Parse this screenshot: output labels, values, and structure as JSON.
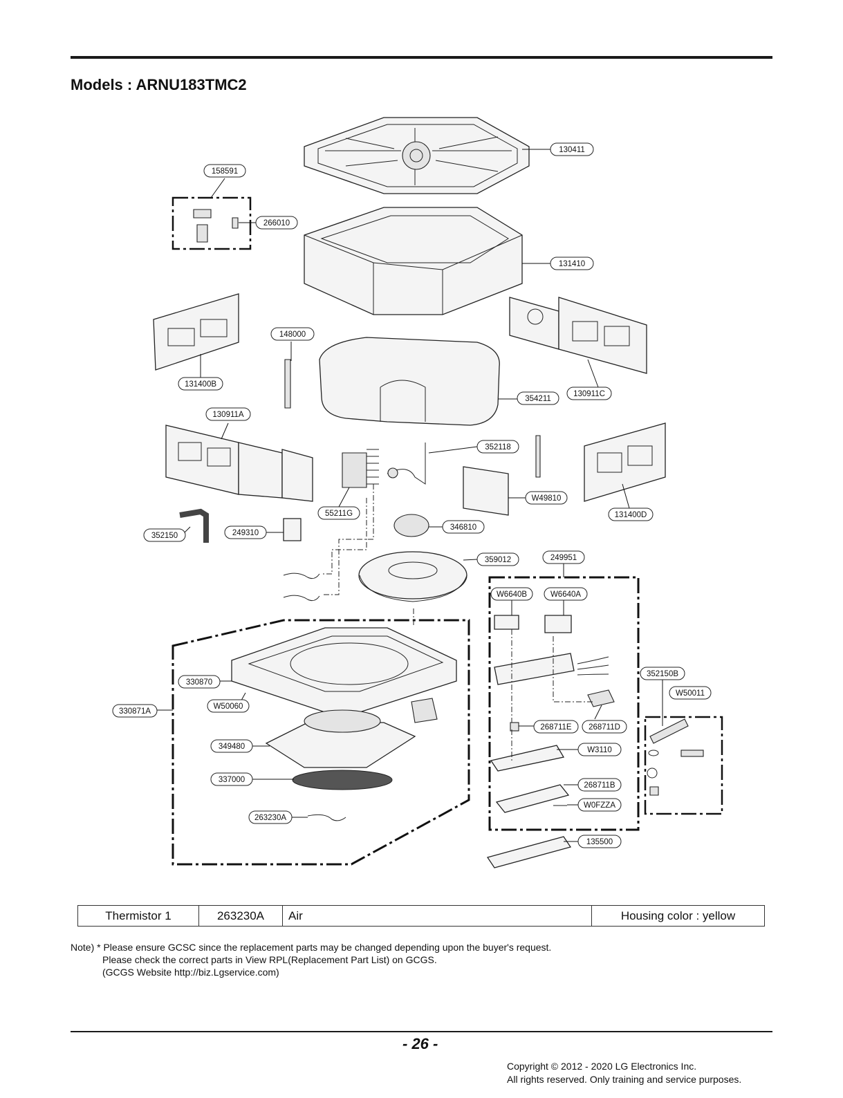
{
  "header": {
    "title": "Models : ARNU183TMC2"
  },
  "callouts": [
    "130411",
    "158591",
    "266010",
    "131410",
    "148000",
    "131400B",
    "354211",
    "130911C",
    "130911A",
    "352118",
    "W49810",
    "131400D",
    "55211G",
    "346810",
    "352150",
    "249310",
    "359012",
    "249951",
    "W6640B",
    "W6640A",
    "330870",
    "352150B",
    "W50011",
    "330871A",
    "W50060",
    "268711E",
    "268711D",
    "349480",
    "W3110",
    "337000",
    "268711B",
    "W0FZZA",
    "263230A",
    "135500"
  ],
  "spec_table": {
    "row": {
      "name": "Thermistor 1",
      "part_no": "263230A",
      "type": "Air",
      "remark": "Housing color : yellow"
    }
  },
  "note": {
    "line1": "Note) * Please ensure GCSC since the replacement parts may be changed depending upon the buyer's request.",
    "line2": "Please check the correct parts in View RPL(Replacement Part List) on GCGS.",
    "line3": "(GCGS Website http://biz.Lgservice.com)"
  },
  "footer": {
    "page_number": "- 26 -",
    "copyright_line1": "Copyright © 2012 - 2020 LG Electronics Inc.",
    "copyright_line2": "All rights reserved. Only training and service purposes."
  }
}
